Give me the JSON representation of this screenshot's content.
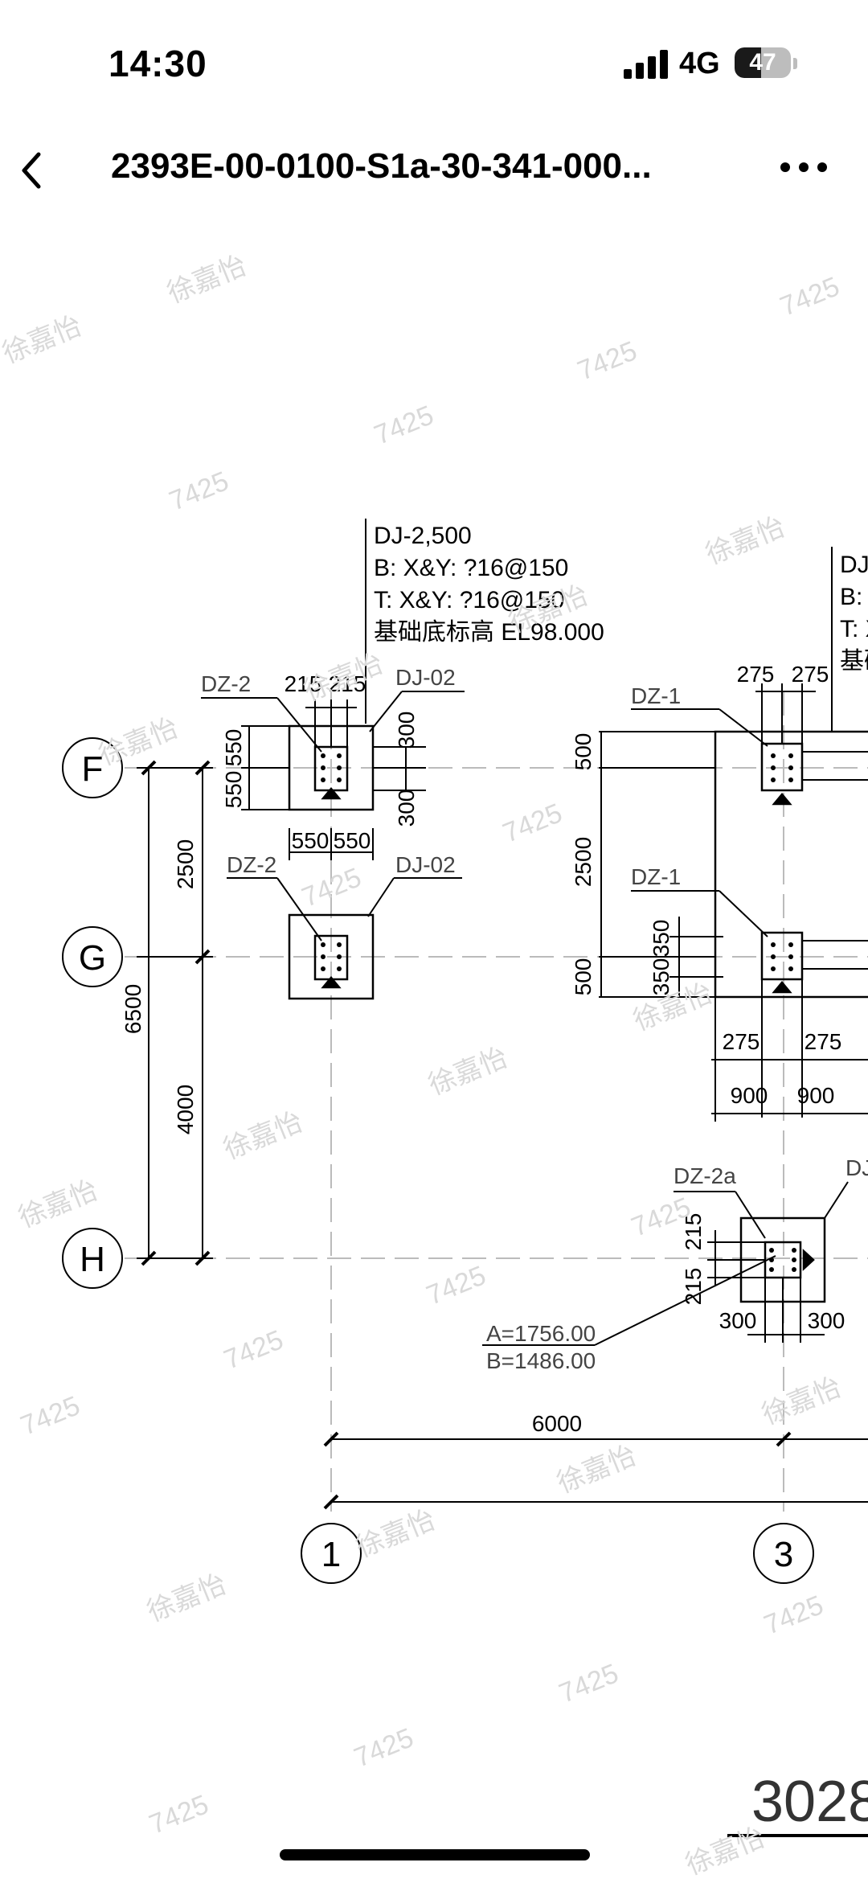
{
  "status_bar": {
    "time": "14:30",
    "network": "4G",
    "battery_level": 47,
    "battery_text": "47"
  },
  "nav": {
    "back_icon": "chevron-left-icon",
    "title": "2393E-00-0100-S1a-30-341-000...",
    "more_icon": "more-dots-icon"
  },
  "drawing": {
    "note_dj2": {
      "line1": "DJ-2,500",
      "line2": "B: X&Y: ?16@150",
      "line3": "T: X&Y: ?16@150",
      "line4": "基础底标高 EL98.000"
    },
    "note_right_clipped": {
      "line1": "DJ",
      "line2": "B: X",
      "line3": "T: X",
      "line4": "基础"
    },
    "labels": {
      "dz2_top": "DZ-2",
      "dj02_top": "DJ-02",
      "dz2_mid": "DZ-2",
      "dj02_mid": "DJ-02",
      "dz1_top": "DZ-1",
      "dz1_mid": "DZ-1",
      "dz2a": "DZ-2a",
      "dj_clipped": "DJ"
    },
    "axes": {
      "F": "F",
      "G": "G",
      "H": "H",
      "c1": "1",
      "c3": "3"
    },
    "dims": {
      "d215a": "215",
      "d215b": "215",
      "d550a": "550",
      "d550b": "550",
      "d300a": "300",
      "d300b": "300",
      "d550c": "550",
      "d550d": "550",
      "d2500left": "2500",
      "d4000": "4000",
      "d6500": "6500",
      "d275a": "275",
      "d275b": "275",
      "d500a": "500",
      "d2500right": "2500",
      "d500b": "500",
      "d350a": "350",
      "d350b": "350",
      "d275c": "275",
      "d275d": "275",
      "d900a": "900",
      "d900b": "900",
      "d215c": "215",
      "d215d": "215",
      "d300c": "300",
      "d300d": "300",
      "d6000": "6000"
    },
    "coords": {
      "a": "A=1756.00",
      "b": "B=1486.00"
    },
    "big_number": "3028"
  },
  "watermark": {
    "name": "徐嘉怡",
    "code": "7425"
  }
}
